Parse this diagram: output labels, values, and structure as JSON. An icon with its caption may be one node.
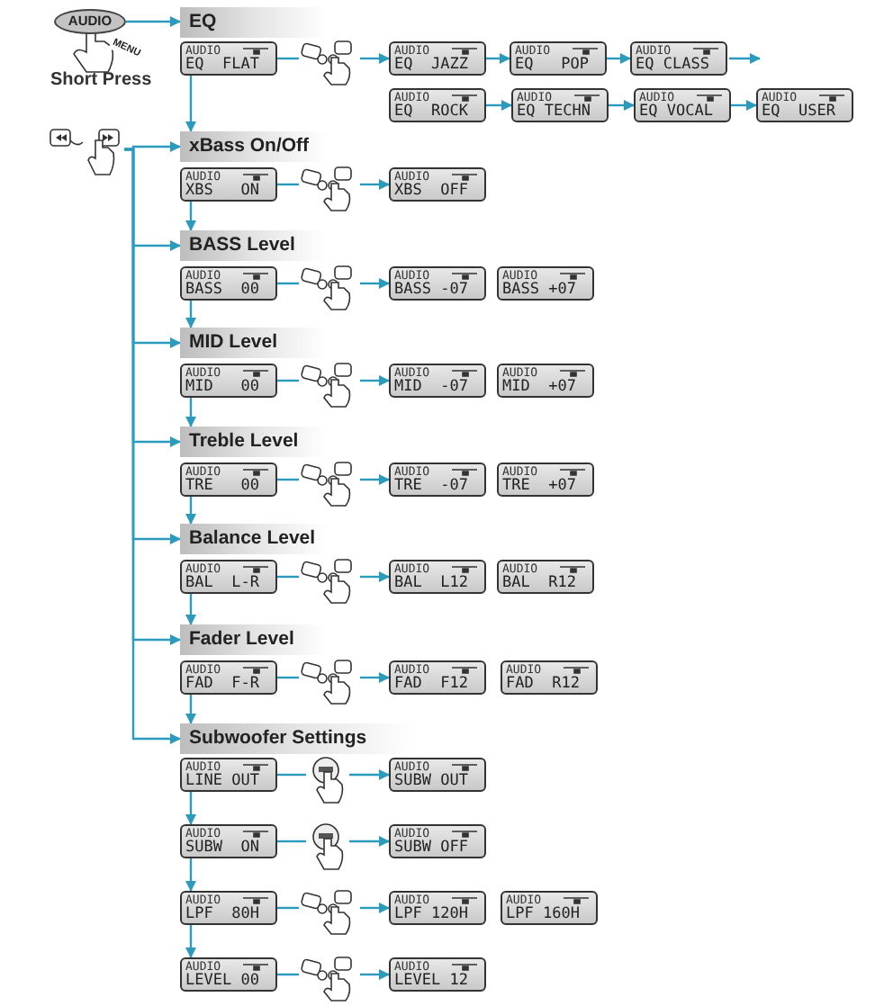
{
  "diagram": {
    "nodes": [
      {
        "text": [
          "AUDIO",
          "MENU"
        ],
        "beside": [
          "Short Press"
        ]
      },
      {
        "text": [
          "EQ"
        ]
      },
      {
        "text": [
          "AUDIO",
          "EQ  FLAT"
        ]
      },
      {
        "text": [],
        "shape": "picture"
      },
      {
        "text": [
          "AUDIO",
          "EQ  JAZZ"
        ]
      },
      {
        "text": [
          "AUDIO",
          "EQ   POP"
        ]
      },
      {
        "text": [
          "AUDIO",
          "EQ CLASS"
        ]
      },
      {
        "text": [
          "AUDIO",
          "EQ  ROCK"
        ]
      },
      {
        "text": [
          "AUDIO",
          "EQ TECHN"
        ]
      },
      {
        "text": [
          "AUDIO",
          "EQ VOCAL"
        ]
      },
      {
        "text": [
          "AUDIO",
          "EQ  USER"
        ]
      },
      {
        "text": [],
        "shape": "picture"
      },
      {
        "text": [
          "xBass On/Off"
        ]
      },
      {
        "text": [
          "AUDIO",
          "XBS   ON"
        ]
      },
      {
        "text": [],
        "shape": "picture"
      },
      {
        "text": [
          "AUDIO",
          "XBS  OFF"
        ]
      },
      {
        "text": [
          "BASS Level"
        ]
      },
      {
        "text": [
          "AUDIO",
          "BASS  00"
        ]
      },
      {
        "text": [],
        "shape": "picture"
      },
      {
        "text": [
          "AUDIO",
          "BASS -07"
        ]
      },
      {
        "text": [
          "AUDIO",
          "BASS +07"
        ]
      },
      {
        "text": [
          "MID Level"
        ]
      },
      {
        "text": [
          "AUDIO",
          "MID   00"
        ]
      },
      {
        "text": [],
        "shape": "picture"
      },
      {
        "text": [
          "AUDIO",
          "MID  -07"
        ]
      },
      {
        "text": [
          "AUDIO",
          "MID  +07"
        ]
      },
      {
        "text": [
          "Treble Level"
        ]
      },
      {
        "text": [
          "AUDIO",
          "TRE   00"
        ]
      },
      {
        "text": [],
        "shape": "picture"
      },
      {
        "text": [
          "AUDIO",
          "TRE  -07"
        ]
      },
      {
        "text": [
          "AUDIO",
          "TRE  +07"
        ]
      },
      {
        "text": [
          "Balance Level"
        ]
      },
      {
        "text": [
          "AUDIO",
          "BAL  L-R"
        ]
      },
      {
        "text": [],
        "shape": "picture"
      },
      {
        "text": [
          "AUDIO",
          "BAL  L12"
        ]
      },
      {
        "text": [
          "AUDIO",
          "BAL  R12"
        ]
      },
      {
        "text": [
          "Fader Level"
        ]
      },
      {
        "text": [
          "AUDIO",
          "FAD  F-R"
        ]
      },
      {
        "text": [],
        "shape": "picture"
      },
      {
        "text": [
          "AUDIO",
          "FAD  F12"
        ]
      },
      {
        "text": [
          "AUDIO",
          "FAD  R12"
        ]
      },
      {
        "text": [
          "Subwoofer Settings"
        ]
      },
      {
        "text": [
          "AUDIO",
          "LINE OUT"
        ]
      },
      {
        "text": [],
        "shape": "picture"
      },
      {
        "text": [
          "AUDIO",
          "SUBW OUT"
        ]
      },
      {
        "text": [
          "AUDIO",
          "SUBW  ON"
        ]
      },
      {
        "text": [],
        "shape": "picture"
      },
      {
        "text": [
          "AUDIO",
          "SUBW OFF"
        ]
      },
      {
        "text": [
          "AUDIO",
          "LPF  80H"
        ]
      },
      {
        "text": [],
        "shape": "picture"
      },
      {
        "text": [
          "AUDIO",
          "LPF 120H"
        ]
      },
      {
        "text": [
          "AUDIO",
          "LPF 160H"
        ]
      },
      {
        "text": [
          "AUDIO",
          "LEVEL 00"
        ]
      },
      {
        "text": [],
        "shape": "picture"
      },
      {
        "text": [
          "AUDIO",
          "LEVEL 12"
        ]
      }
    ],
    "edges": [
      {
        "from": 0,
        "to": 1,
        "arrow": "to"
      },
      {
        "from": 2,
        "to": 3,
        "arrow": "none"
      },
      {
        "from": 3,
        "to": 4,
        "arrow": "to"
      },
      {
        "from": 4,
        "to": 5,
        "arrow": "to"
      },
      {
        "from": 5,
        "to": 6,
        "arrow": "to"
      },
      {
        "from": 6,
        "to": null,
        "arrow": "to"
      },
      {
        "from": 7,
        "to": 8,
        "arrow": "to"
      },
      {
        "from": 8,
        "to": 9,
        "arrow": "to"
      },
      {
        "from": 9,
        "to": 10,
        "arrow": "to"
      },
      {
        "from": 2,
        "to": 12,
        "arrow": "to"
      },
      {
        "from": 11,
        "to": 12,
        "arrow": "to"
      },
      {
        "from": 11,
        "to": 16,
        "arrow": "to"
      },
      {
        "from": 11,
        "to": 21,
        "arrow": "to"
      },
      {
        "from": 11,
        "to": 26,
        "arrow": "to"
      },
      {
        "from": 11,
        "to": 31,
        "arrow": "to"
      },
      {
        "from": 11,
        "to": 36,
        "arrow": "to"
      },
      {
        "from": 11,
        "to": 41,
        "arrow": "to"
      },
      {
        "from": 13,
        "to": 14,
        "arrow": "none"
      },
      {
        "from": 14,
        "to": 15,
        "arrow": "to"
      },
      {
        "from": 13,
        "to": 16,
        "arrow": "to"
      },
      {
        "from": 17,
        "to": 18,
        "arrow": "none"
      },
      {
        "from": 18,
        "to": 19,
        "arrow": "to"
      },
      {
        "from": 17,
        "to": 21,
        "arrow": "to"
      },
      {
        "from": 22,
        "to": 23,
        "arrow": "none"
      },
      {
        "from": 23,
        "to": 24,
        "arrow": "to"
      },
      {
        "from": 22,
        "to": 26,
        "arrow": "to"
      },
      {
        "from": 27,
        "to": 28,
        "arrow": "none"
      },
      {
        "from": 28,
        "to": 29,
        "arrow": "to"
      },
      {
        "from": 27,
        "to": 31,
        "arrow": "to"
      },
      {
        "from": 32,
        "to": 33,
        "arrow": "none"
      },
      {
        "from": 33,
        "to": 34,
        "arrow": "to"
      },
      {
        "from": 32,
        "to": 36,
        "arrow": "to"
      },
      {
        "from": 37,
        "to": 38,
        "arrow": "none"
      },
      {
        "from": 38,
        "to": 39,
        "arrow": "to"
      },
      {
        "from": 37,
        "to": 41,
        "arrow": "to"
      },
      {
        "from": 42,
        "to": 43,
        "arrow": "none"
      },
      {
        "from": 43,
        "to": 44,
        "arrow": "to"
      },
      {
        "from": 42,
        "to": 45,
        "arrow": "to"
      },
      {
        "from": 45,
        "to": 46,
        "arrow": "none"
      },
      {
        "from": 46,
        "to": 47,
        "arrow": "to"
      },
      {
        "from": 45,
        "to": 48,
        "arrow": "to"
      },
      {
        "from": 48,
        "to": 49,
        "arrow": "none"
      },
      {
        "from": 49,
        "to": 50,
        "arrow": "to"
      },
      {
        "from": 48,
        "to": 52,
        "arrow": "to"
      },
      {
        "from": 52,
        "to": 53,
        "arrow": "none"
      },
      {
        "from": 53,
        "to": 54,
        "arrow": "to"
      }
    ]
  }
}
